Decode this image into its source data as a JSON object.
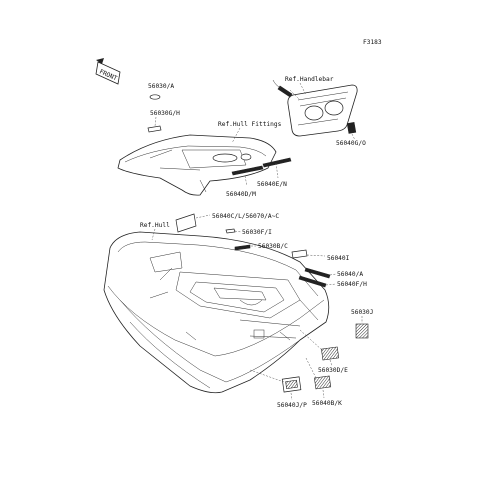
{
  "figure_code": "F3183",
  "front_label": "FRONT",
  "references": {
    "handlebar": "Ref.Handlebar",
    "hull_fittings": "Ref.Hull Fittings",
    "hull": "Ref.Hull"
  },
  "parts": [
    {
      "id": "p1",
      "label": "56030/A"
    },
    {
      "id": "p2",
      "label": "56030G/H"
    },
    {
      "id": "p3",
      "label": "56040G/O"
    },
    {
      "id": "p4",
      "label": "56040D/M"
    },
    {
      "id": "p5",
      "label": "56040E/N"
    },
    {
      "id": "p6",
      "label": "56040C/L/56070/A~C"
    },
    {
      "id": "p7",
      "label": "56030F/I"
    },
    {
      "id": "p8",
      "label": "56030B/C"
    },
    {
      "id": "p9",
      "label": "56040I"
    },
    {
      "id": "p10",
      "label": "56040/A"
    },
    {
      "id": "p11",
      "label": "56040F/H"
    },
    {
      "id": "p12",
      "label": "56030J"
    },
    {
      "id": "p13",
      "label": "56030D/E"
    },
    {
      "id": "p14",
      "label": "56040J/P"
    },
    {
      "id": "p15",
      "label": "56040B/K"
    }
  ]
}
